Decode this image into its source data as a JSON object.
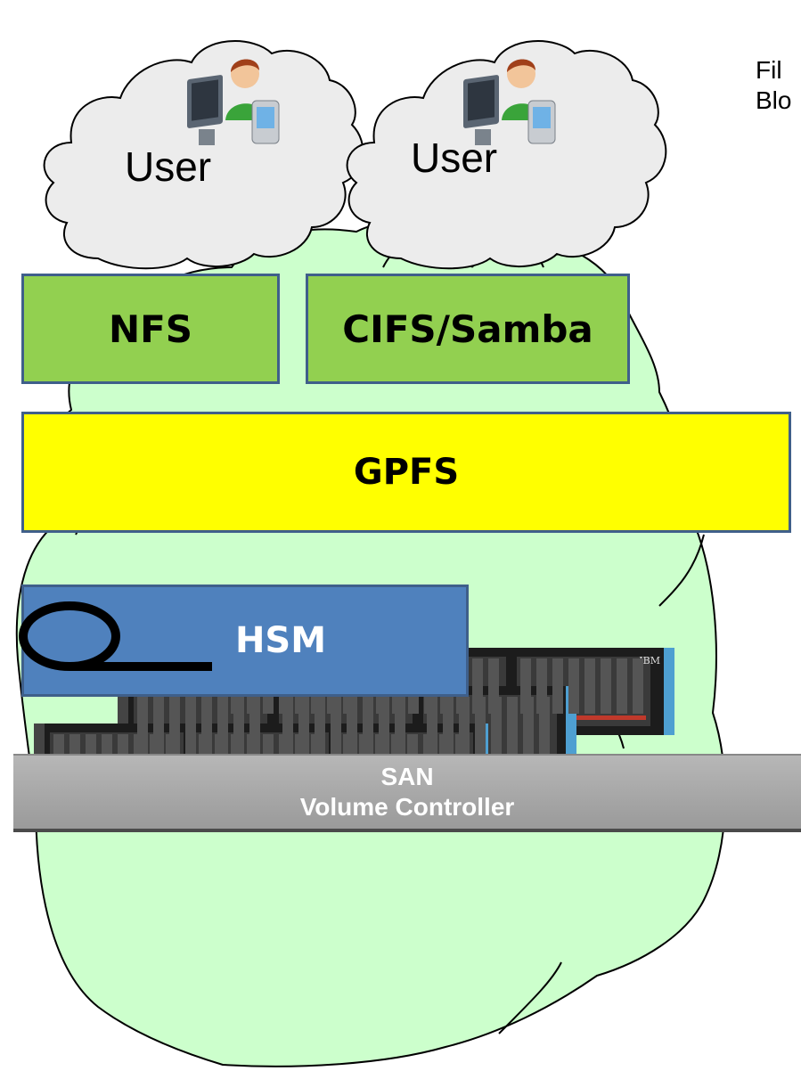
{
  "users": [
    {
      "label": "User",
      "icon": "user-workstation-icon"
    },
    {
      "label": "User",
      "icon": "user-workstation-icon"
    }
  ],
  "side_note": {
    "line1": "Fil",
    "line2": "Blo"
  },
  "layers": {
    "nfs": "NFS",
    "cifs": "CIFS/Samba",
    "gpfs": "GPFS",
    "hsm": "HSM"
  },
  "san": {
    "line1": "SAN",
    "line2": "Volume Controller"
  },
  "storage": {
    "brand": "IBM",
    "units": 3
  },
  "colors": {
    "cloud_gray": "#ececec",
    "cloud_green": "#ccffcc",
    "protocol_green": "#92d050",
    "gpfs_yellow": "#ffff00",
    "hsm_blue": "#4f81bd",
    "san_gray": "#a6a6a6"
  }
}
